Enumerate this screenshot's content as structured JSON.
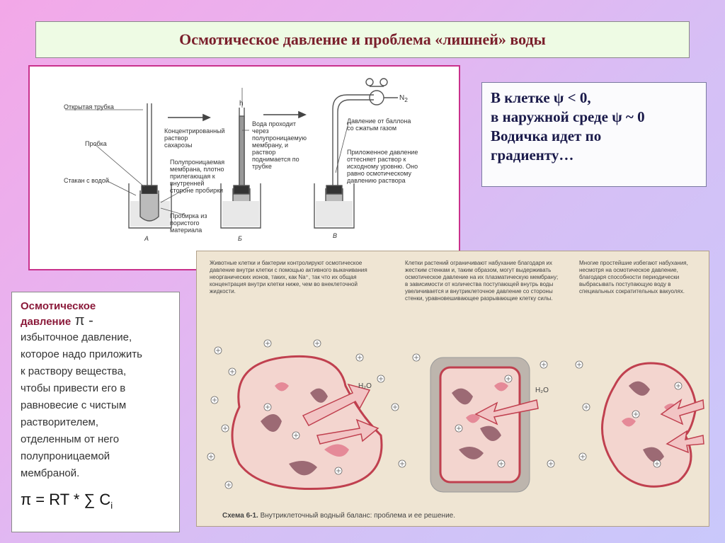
{
  "title": "Осмотическое давление и проблема «лишней» воды",
  "apparatus": {
    "labels": {
      "open_tube": "Открытая трубка",
      "stopper": "Пробка",
      "beaker": "Стакан с водой",
      "concentrated": "Концентрированный раствор сахарозы",
      "membrane": "Полупроницаемая мембрана, плотно прилегающая к внутренней стороне пробирки",
      "porous_tube": "Пробирка из пористого материала",
      "water_passes": "Вода проходит через полупроницаемую мембрану, и раствор поднимается по трубке",
      "h": "h",
      "pressure_from": "Давление от баллона со сжатым газом",
      "applied_pressure": "Приложенное давление оттесняет раствор к исходному уровню. Оно равно осмотическому давлению раствора",
      "n2": "N",
      "n2_sub": "2",
      "a": "А",
      "b": "Б",
      "v": "В"
    }
  },
  "note": {
    "line1": "В клетке ψ < 0,",
    "line2": "в наружной среде ψ ~ 0",
    "line3": "Водичка идет по",
    "line4": "градиенту…"
  },
  "definition": {
    "head1": "Осмотическое",
    "head2": "давление",
    "pi_suffix": " π -",
    "lines": [
      "избыточное давление,",
      "которое надо приложить",
      "к раствору вещества,",
      "чтобы привести его в",
      "равновесие с чистым",
      "растворителем,",
      "отделенным от него",
      "полупроницаемой",
      "мембраной."
    ],
    "formula_main": "π = RT * ∑ C",
    "formula_sub": "i"
  },
  "cells_figure": {
    "text1": "Животные клетки и бактерии контролируют осмотическое давление внутри клетки с помощью активного выкачивания неорганических ионов, таких, как Na⁺, так что их общая концентрация внутри клетки ниже, чем во внеклеточной жидкости.",
    "text2": "Клетки растений ограничивают набухание благодаря их жестким стенкам и, таким образом, могут выдерживать осмотическое давление на их плазматическую мембрану; в зависимости от количества поступающей внутрь воды увеличивается и внутриклеточное давление со стороны стенки, уравновешивающее разрывающие клетку силы.",
    "text3": "Многие простейшие избегают набухания, несмотря на осмотическое давление, благодаря способности периодически выбрасывать поступающую воду в специальных сократительных вакуолях.",
    "h2o": "H₂O",
    "caption_bold": "Схема 6-1.",
    "caption_rest": " Внутриклеточный водный баланс: проблема и ее решение.",
    "colors": {
      "membrane": "#c0404f",
      "organelle": "#9c6a74",
      "pink": "#e58a98"
    }
  }
}
